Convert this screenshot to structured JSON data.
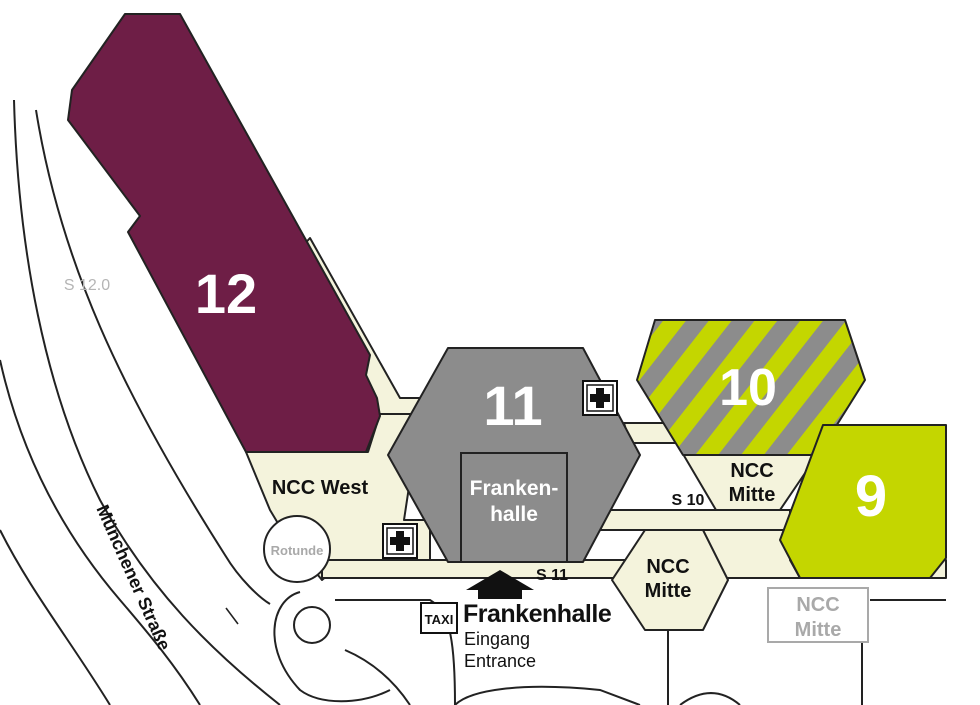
{
  "colors": {
    "hall_12": "#6e1e46",
    "hall_11": "#8c8c8c",
    "hall_10_stripe_a": "#c4d600",
    "hall_10_stripe_b": "#8c8c8c",
    "hall_9": "#c4d600",
    "walkway": "#f4f3dc",
    "ncc_faded": "#a9a9a9"
  },
  "halls": {
    "hall_12": {
      "number": "12"
    },
    "hall_11": {
      "number": "11"
    },
    "hall_10": {
      "number": "10"
    },
    "hall_9": {
      "number": "9"
    }
  },
  "frankenhalle_inner": {
    "line1": "Franken-",
    "line2": "halle"
  },
  "ncc_west": {
    "label": "NCC West"
  },
  "ncc_mitte_upper": {
    "line1": "NCC",
    "line2": "Mitte"
  },
  "ncc_mitte_hex": {
    "line1": "NCC",
    "line2": "Mitte"
  },
  "ncc_mitte_faded": {
    "line1": "NCC",
    "line2": "Mitte"
  },
  "rotunde": {
    "label": "Rotunde"
  },
  "roads": {
    "s12": "S 12.0",
    "s10": "S 10",
    "s11": "S 11",
    "street": "Münchener Straße"
  },
  "entrance": {
    "taxi": "TAXI",
    "name": "Frankenhalle",
    "de": "Eingang",
    "en": "Entrance"
  },
  "icons": {
    "first_aid": "first-aid-cross-icon",
    "entrance_arrow": "entrance-arrow-icon",
    "taxi": "taxi-sign-icon"
  }
}
